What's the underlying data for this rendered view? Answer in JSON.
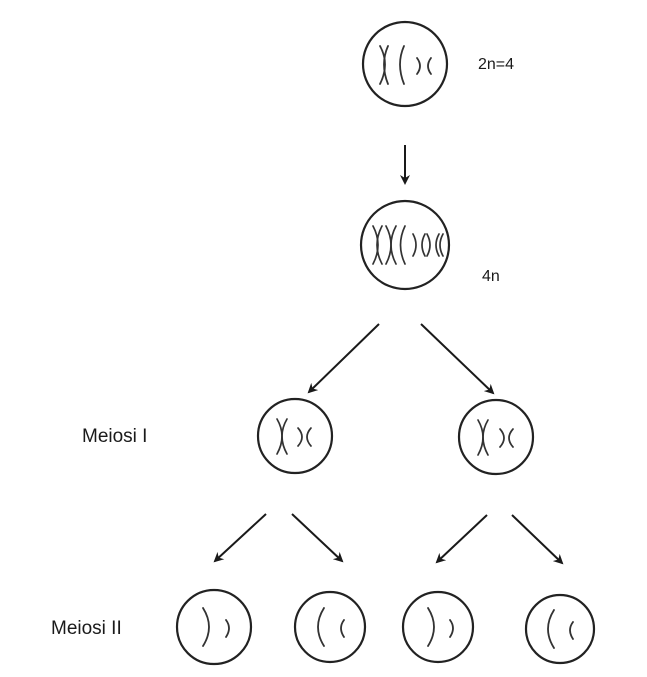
{
  "labels": {
    "parent_ploidy": "2n=4",
    "replicated_ploidy": "4n",
    "meiosis_one": "Meiosi I",
    "meiosis_two": "Meiosi II"
  },
  "colors": {
    "cell_outline": "#222222",
    "chromosome": "#333333",
    "arrow": "#1a1a1a",
    "text": "#1a1a1a",
    "background": "#ffffff"
  }
}
